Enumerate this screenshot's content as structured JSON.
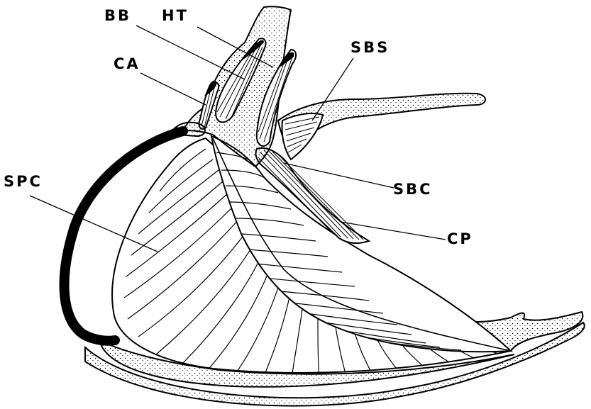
{
  "labels": {
    "bb": "BB",
    "ht": "HT",
    "ca": "CA",
    "sbs": "SBS",
    "spc": "SPC",
    "sbc": "SBC",
    "cp": "CP"
  },
  "colors": {
    "ink": "#000000",
    "background": "#ffffff"
  }
}
